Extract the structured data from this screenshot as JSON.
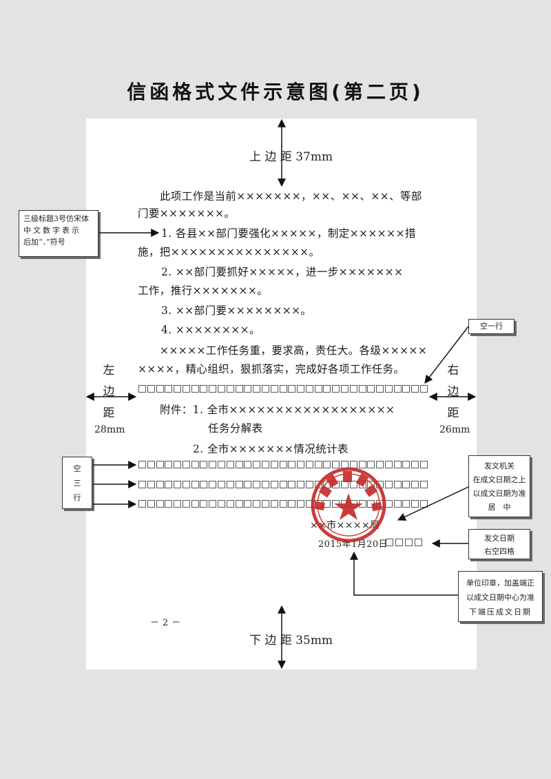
{
  "title": "信函格式文件示意图(第二页)",
  "margins": {
    "top": "上 边 距 37mm",
    "bottom": "下 边 距 35mm",
    "left_chars": [
      "左",
      "边",
      "距"
    ],
    "left_value": "28mm",
    "right_chars": [
      "右",
      "边",
      "距"
    ],
    "right_value": "26mm"
  },
  "body_lines": [
    "此项工作是当前×××××××，××、××、××、等部",
    "门要×××××××。",
    "1. 各县××部门要强化×××××，制定××××××措",
    "施，把×××××××××××××××。",
    "2. ××部门要抓好×××××，进一步×××××××",
    "工作，推行×××××××。",
    "3. ××部门要××××××××。",
    "4. ××××××××。",
    "×××××工作任务重，要求高，责任大。各级×××××",
    "××××，精心组织，狠抓落实，完成好各项工作任务。",
    "附件：1. 全市××××××××××××××××××",
    "任务分解表",
    "2. 全市×××××××情况统计表"
  ],
  "signature": {
    "org": "××市××××局",
    "date": "2015年1月20日"
  },
  "seal": {
    "text": "××市××××局",
    "color": "#c62828"
  },
  "page_number": "－ 2 －",
  "callouts": {
    "heading3": [
      "三级标题3号仿宋体",
      "中文数字表示",
      "后加“．”符号"
    ],
    "empty_one": "空一行",
    "empty_three": [
      "空",
      "三",
      "行"
    ],
    "issuer": [
      "发文机关",
      "在成文日期之上",
      "以成文日期为准",
      "居　中"
    ],
    "date_rule": [
      "发文日期",
      "右空四格"
    ],
    "seal_rule": [
      "单位印章，加盖端正",
      "以成文日期中心为准",
      "下端压成文日期"
    ]
  }
}
